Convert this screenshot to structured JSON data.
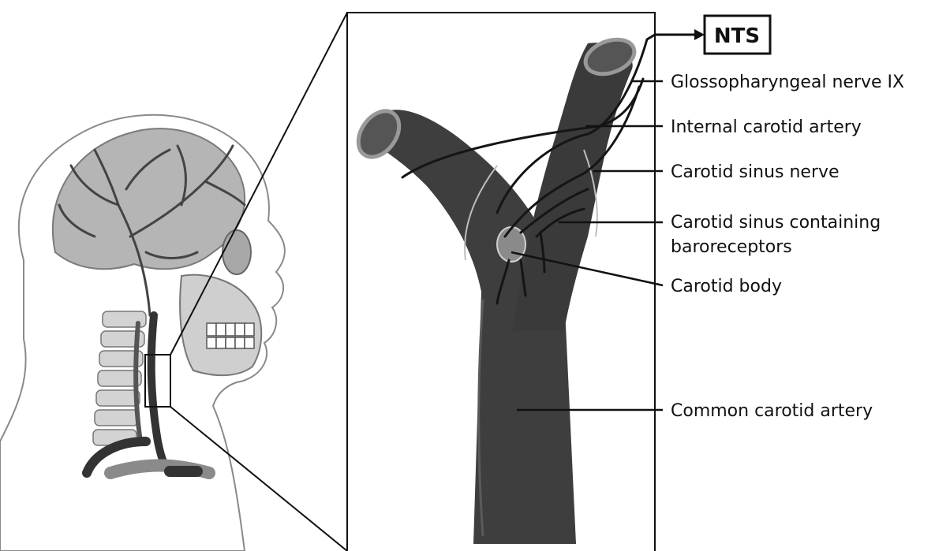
{
  "box_label": "NTS",
  "labels": {
    "glossopharyngeal": "Glossopharyngeal nerve IX",
    "internal_carotid": "Internal carotid artery",
    "sinus_nerve": "Carotid sinus nerve",
    "sinus_line1": "Carotid sinus containing",
    "sinus_line2": "baroreceptors",
    "carotid_body": "Carotid body",
    "common_carotid": "Common carotid artery"
  },
  "colors": {
    "artery": "#3a3a3a",
    "artery_light": "#6a6a6a",
    "brain": "#b8b8b8",
    "skull": "#cfcfcf",
    "line": "#111111"
  },
  "icons": [
    "head-anatomy-illustration",
    "carotid-bifurcation-illustration"
  ]
}
